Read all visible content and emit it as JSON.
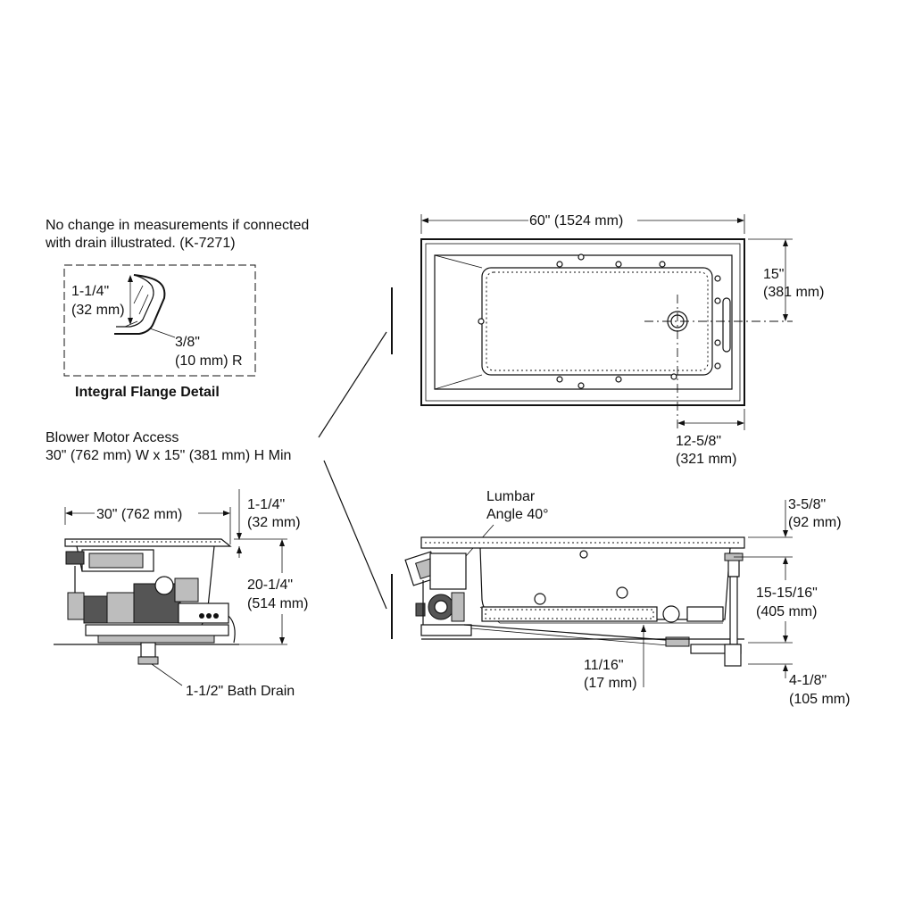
{
  "notes": {
    "drain_note_line1": "No change in measurements if connected",
    "drain_note_line2": "with drain illustrated. (K-7271)",
    "flange_detail_title": "Integral Flange Detail",
    "blower_line1": "Blower Motor Access",
    "blower_line2": "30\" (762 mm) W x 15\" (381 mm) H Min",
    "bath_drain": "1-1/2\" Bath Drain",
    "lumbar_line1": "Lumbar",
    "lumbar_line2": "Angle 40°"
  },
  "flange_detail": {
    "height_in": "1-1/4\"",
    "height_mm": "(32 mm)",
    "radius_in": "3/8\"",
    "radius_mm": "(10 mm) R"
  },
  "plan_view": {
    "length": "60\" (1524 mm)",
    "drain_offset_in": "15\"",
    "drain_offset_mm": "(381 mm)",
    "drain_from_end_in": "12-5/8\"",
    "drain_from_end_mm": "(321 mm)"
  },
  "end_view": {
    "width": "30\" (762 mm)",
    "flange_in": "1-1/4\"",
    "flange_mm": "(32 mm)",
    "height_in": "20-1/4\"",
    "height_mm": "(514 mm)"
  },
  "side_view": {
    "deck_in": "3-5/8\"",
    "deck_mm": "(92 mm)",
    "drain_height_in": "15-15/16\"",
    "drain_height_mm": "(405 mm)",
    "base_in": "11/16\"",
    "base_mm": "(17 mm)",
    "below_floor_in": "4-1/8\"",
    "below_floor_mm": "(105 mm)"
  }
}
